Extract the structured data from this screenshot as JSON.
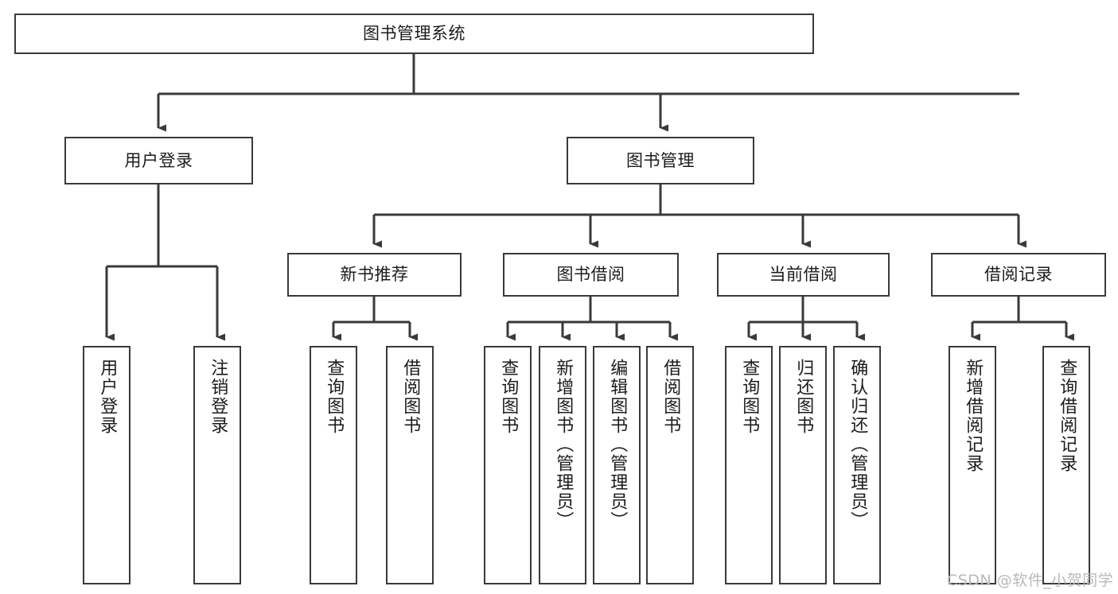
{
  "diagram": {
    "title": "图书管理系统",
    "type": "tree",
    "background_color": "#ffffff",
    "line_color": "#3a3a3a",
    "text_color": "#1c1c1c"
  },
  "nodes": {
    "root": {
      "label": "图书管理系统"
    },
    "level2": [
      {
        "label": "用户登录"
      },
      {
        "label": "图书管理"
      }
    ],
    "level3": [
      {
        "label": "新书推荐"
      },
      {
        "label": "图书借阅"
      },
      {
        "label": "当前借阅"
      },
      {
        "label": "借阅记录"
      }
    ],
    "leaves": {
      "user_login": [
        {
          "label": "用户登录"
        },
        {
          "label": "注销登录"
        }
      ],
      "new_book_recommend": [
        {
          "label": "查询图书"
        },
        {
          "label": "借阅图书"
        }
      ],
      "book_borrow": [
        {
          "label": "查询图书"
        },
        {
          "label": "新增图书（管理员）"
        },
        {
          "label": "编辑图书（管理员）"
        },
        {
          "label": "借阅图书"
        }
      ],
      "current_borrow": [
        {
          "label": "查询图书"
        },
        {
          "label": "归还图书"
        },
        {
          "label": "确认归还（管理员）"
        }
      ],
      "borrow_record": [
        {
          "label": "新增借阅记录"
        },
        {
          "label": "查询借阅记录"
        }
      ]
    }
  },
  "watermark": {
    "text": "CSDN @软件_小贺同学"
  }
}
